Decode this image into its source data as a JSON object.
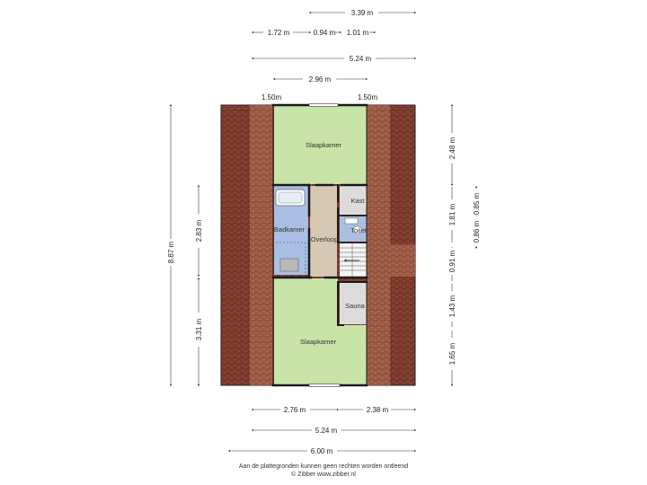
{
  "colors": {
    "roof": "#7a3a2e",
    "roof_light": "#9a5a46",
    "bedroom": "#c9e4a8",
    "bathroom": "#a9bfe3",
    "corridor": "#d6c8b2",
    "storage": "#dcdcdc",
    "wall": "#1a1a1a",
    "dim_line": "#333333"
  },
  "dimensions": {
    "top": {
      "d1": "3.39 m",
      "d2a": "1.72 m",
      "d2b": "0.94 m",
      "d2c": "1.01 m",
      "d3": "5.24 m",
      "d4": "2.96 m",
      "left_mark": "1.50m",
      "right_mark": "1.50m"
    },
    "left": {
      "total": "8.87 m",
      "upper": "2.83 m",
      "lower": "3.31 m"
    },
    "right": {
      "r1": "2.48 m",
      "r2": "1.81 m",
      "r3": "0.91 m",
      "r4": "1.43 m",
      "r5": "1.65 m",
      "r_outer_a": "0.85 m",
      "r_outer_b": "0.86 m"
    },
    "bottom": {
      "b1a": "2.76 m",
      "b1b": "2.38 m",
      "b2": "5.24 m",
      "b3": "6.00 m"
    }
  },
  "rooms": {
    "top_bedroom": "Slaapkamer",
    "bathroom": "Badkamer",
    "landing": "Overloop",
    "closet": "Kast",
    "toilet": "Toilet",
    "sauna": "Sauna",
    "bottom_bedroom": "Slaapkamer"
  },
  "footer": {
    "line1": "Aan de plattegronden kunnen geen rechten worden ontleend",
    "line2": "© Zibber www.zibber.nl"
  }
}
